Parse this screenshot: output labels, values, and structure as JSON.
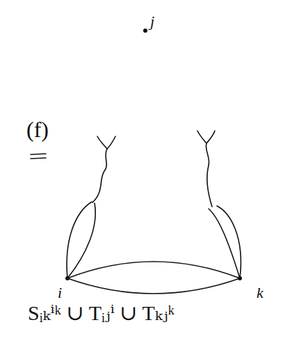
{
  "diagram": {
    "nodes": [
      {
        "text": [
          "j"
        ]
      },
      {
        "text": [
          "i"
        ]
      },
      {
        "text": [
          "k"
        ]
      }
    ],
    "edges": [
      {
        "from": 1,
        "to": 2,
        "arrow": "none"
      },
      {
        "from": 1,
        "to": 2,
        "arrow": "none"
      }
    ],
    "labels": [
      "(f)",
      "Sᵢₖⁱᵏ ∪ Tᵢⱼⁱ ∪ Tₖⱼᵏ"
    ]
  }
}
